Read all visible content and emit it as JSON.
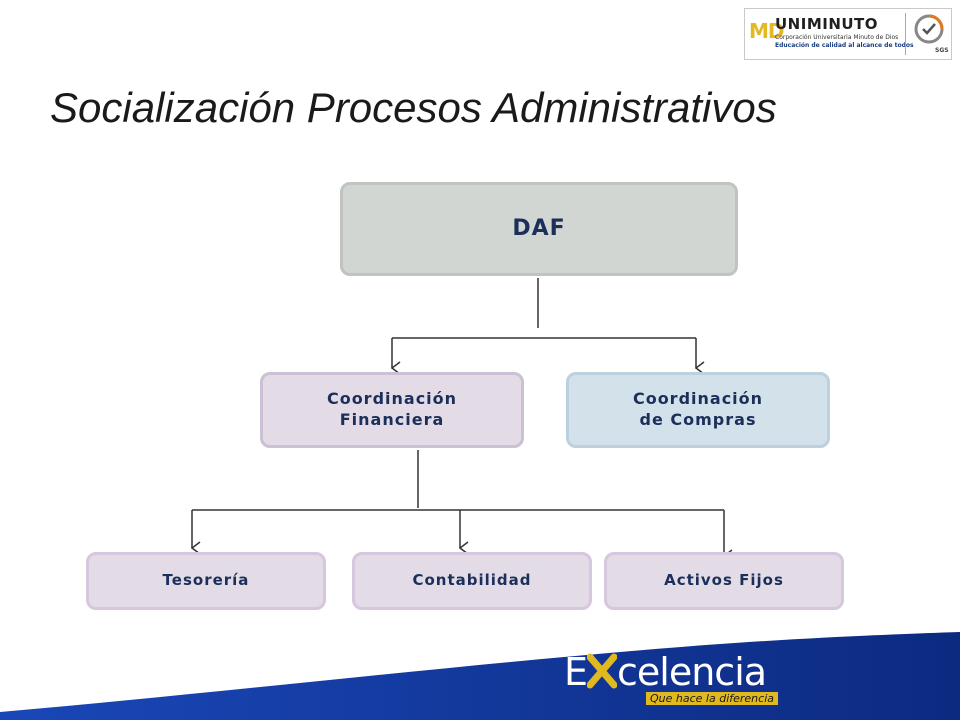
{
  "title": "Socialización Procesos Administrativos",
  "logo": {
    "md": "MD",
    "name": "UNIMINUTO",
    "line1": "Corporación Universitaria Minuto de Dios",
    "line2": "Educación de calidad al alcance de todos",
    "cert": "SGS"
  },
  "org_chart": {
    "root": "DAF",
    "level2": [
      {
        "line1": "Coordinación",
        "line2": "Financiera"
      },
      {
        "line1": "Coordinación",
        "line2": "de Compras"
      }
    ],
    "level3": [
      "Tesorería",
      "Contabilidad",
      "Activos Fijos"
    ]
  },
  "footer": {
    "brand": "Excelencia",
    "brand_first": "E",
    "brand_rest": "celencia",
    "tagline": "Que hace la diferencia"
  },
  "colors": {
    "text_dark": "#1b2f5a",
    "wave_blue": "#0f2f8c",
    "accent_yellow": "#e0b820"
  }
}
